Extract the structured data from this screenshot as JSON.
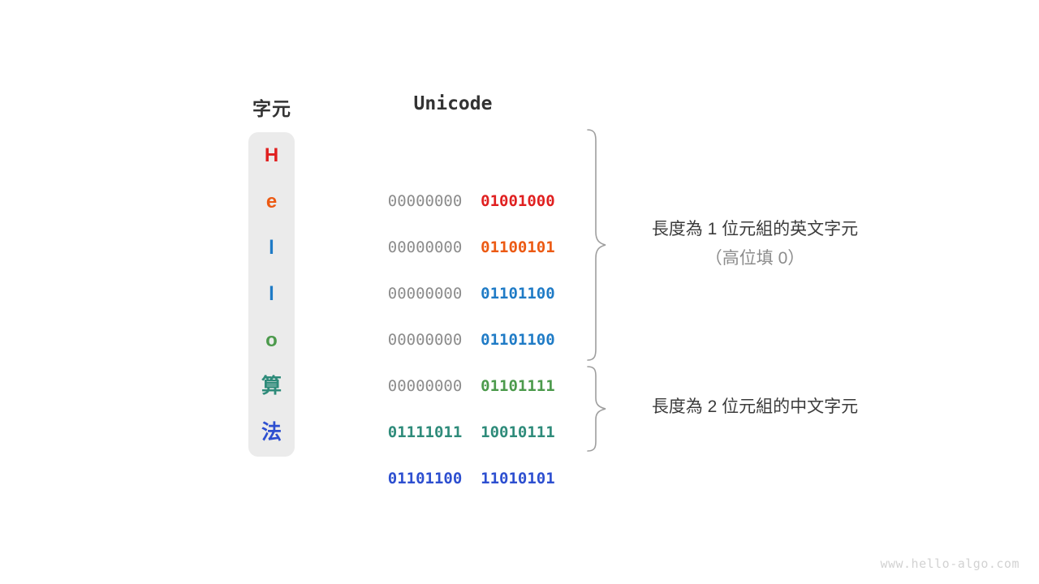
{
  "figure": {
    "headers": {
      "character": "字元",
      "unicode": "Unicode"
    },
    "rows": [
      {
        "char": "H",
        "color": "#E02020",
        "high_byte": "00000000",
        "low_byte": "01001000",
        "high_bold": false,
        "cjk": false
      },
      {
        "char": "e",
        "color": "#EC5A13",
        "high_byte": "00000000",
        "low_byte": "01100101",
        "high_bold": false,
        "cjk": false
      },
      {
        "char": "l",
        "color": "#1F7BC6",
        "high_byte": "00000000",
        "low_byte": "01101100",
        "high_bold": false,
        "cjk": false
      },
      {
        "char": "l",
        "color": "#1F7BC6",
        "high_byte": "00000000",
        "low_byte": "01101100",
        "high_bold": false,
        "cjk": false
      },
      {
        "char": "o",
        "color": "#4C9A4C",
        "high_byte": "00000000",
        "low_byte": "01101111",
        "high_bold": false,
        "cjk": false
      },
      {
        "char": "算",
        "color": "#2E8B7A",
        "high_byte": "01111011",
        "low_byte": "10010111",
        "high_bold": true,
        "cjk": true
      },
      {
        "char": "法",
        "color": "#2D4FD0",
        "high_byte": "01101100",
        "low_byte": "11010101",
        "high_bold": true,
        "cjk": true
      }
    ],
    "annotations": [
      {
        "line1": "長度為 1 位元組的英文字元",
        "line2": "（高位填 0）"
      },
      {
        "line1": "長度為 2 位元組的中文字元",
        "line2": ""
      }
    ],
    "watermark": "www.hello-algo.com",
    "palette": {
      "column_background": "#ebebeb",
      "high_byte_gray": "#8c8c8c",
      "header_text": "#333333",
      "brace_stroke": "#9e9e9e",
      "annotation_primary": "#3b3b3b",
      "annotation_secondary": "#8c8c8c",
      "watermark": "#d2d2d2"
    }
  }
}
